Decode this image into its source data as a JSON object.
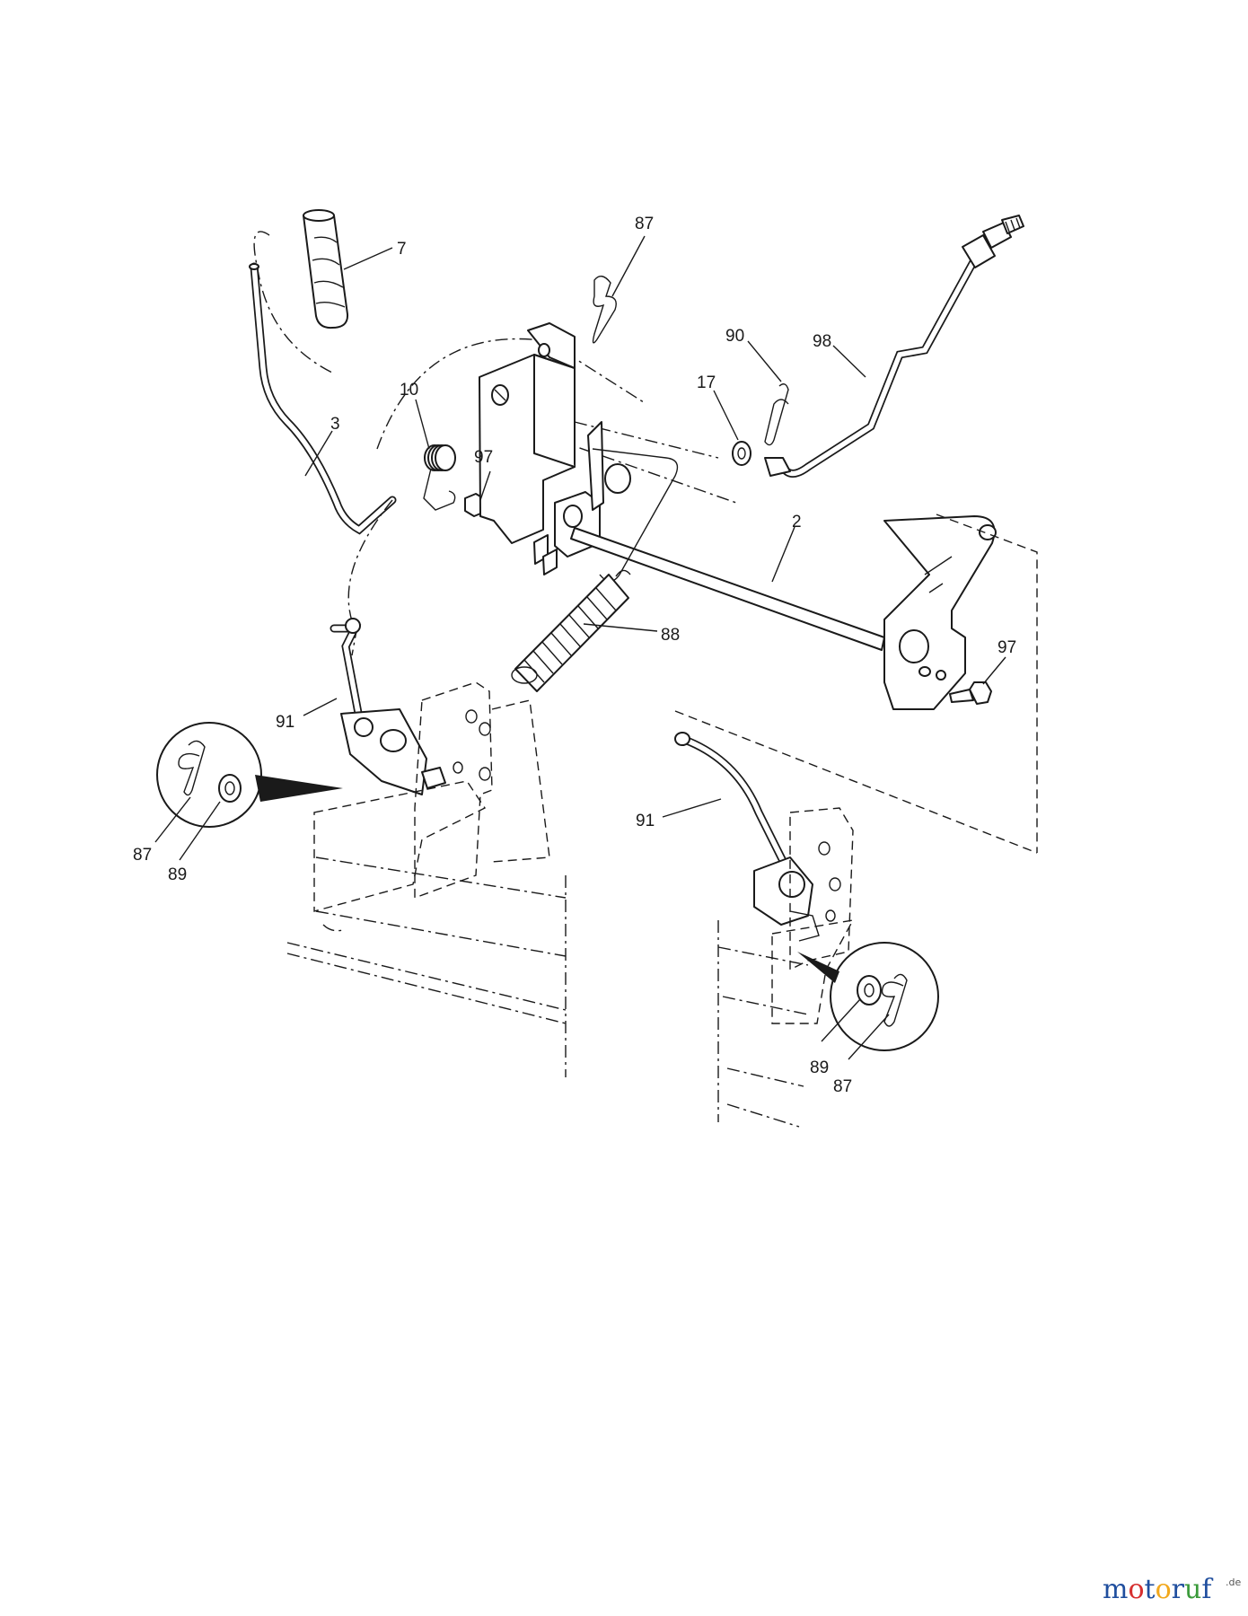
{
  "diagram": {
    "labels": [
      {
        "id": "lbl-7",
        "text": "7"
      },
      {
        "id": "lbl-87-top",
        "text": "87"
      },
      {
        "id": "lbl-90",
        "text": "90"
      },
      {
        "id": "lbl-98",
        "text": "98"
      },
      {
        "id": "lbl-17",
        "text": "17"
      },
      {
        "id": "lbl-10",
        "text": "10"
      },
      {
        "id": "lbl-3",
        "text": "3"
      },
      {
        "id": "lbl-97-left",
        "text": "97"
      },
      {
        "id": "lbl-2",
        "text": "2"
      },
      {
        "id": "lbl-88",
        "text": "88"
      },
      {
        "id": "lbl-97-right",
        "text": "97"
      },
      {
        "id": "lbl-91-left",
        "text": "91"
      },
      {
        "id": "lbl-87-left",
        "text": "87"
      },
      {
        "id": "lbl-89-left",
        "text": "89"
      },
      {
        "id": "lbl-91-right",
        "text": "91"
      },
      {
        "id": "lbl-89-right",
        "text": "89"
      },
      {
        "id": "lbl-87-right",
        "text": "87"
      }
    ]
  },
  "watermark": {
    "letters": [
      {
        "char": "m",
        "color": "#1f4e9e"
      },
      {
        "char": "o",
        "color": "#d62f2f"
      },
      {
        "char": "t",
        "color": "#1f4e9e"
      },
      {
        "char": "o",
        "color": "#f2a81d"
      },
      {
        "char": "r",
        "color": "#1f4e9e"
      },
      {
        "char": "u",
        "color": "#3a9a3a"
      },
      {
        "char": "f",
        "color": "#1f4e9e"
      }
    ],
    "suffix": ".de"
  }
}
